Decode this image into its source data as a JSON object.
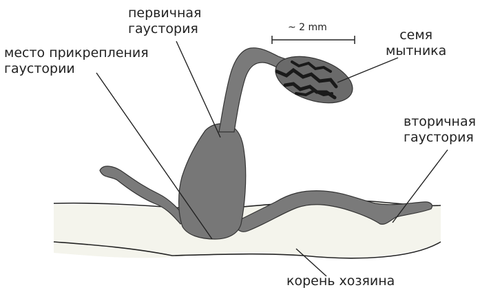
{
  "labels": {
    "primary_haustorium": [
      "первичная",
      "гаустория"
    ],
    "attachment_site": [
      "место прикрепления",
      "гаустории"
    ],
    "seed": [
      "семя",
      "мытника"
    ],
    "secondary_haustorium": [
      "вторичная",
      "гаустория"
    ],
    "host_root": "корень хозяина",
    "scale": "~ 2 mm"
  },
  "colors": {
    "body_fill": "#777777",
    "stem_fill": "#7a7a7a",
    "seed_fill": "#6a6a6a",
    "seed_speckle": "#1a1a1a",
    "root_fill": "#f4f4ec",
    "outline": "#222222",
    "text": "#222222"
  }
}
